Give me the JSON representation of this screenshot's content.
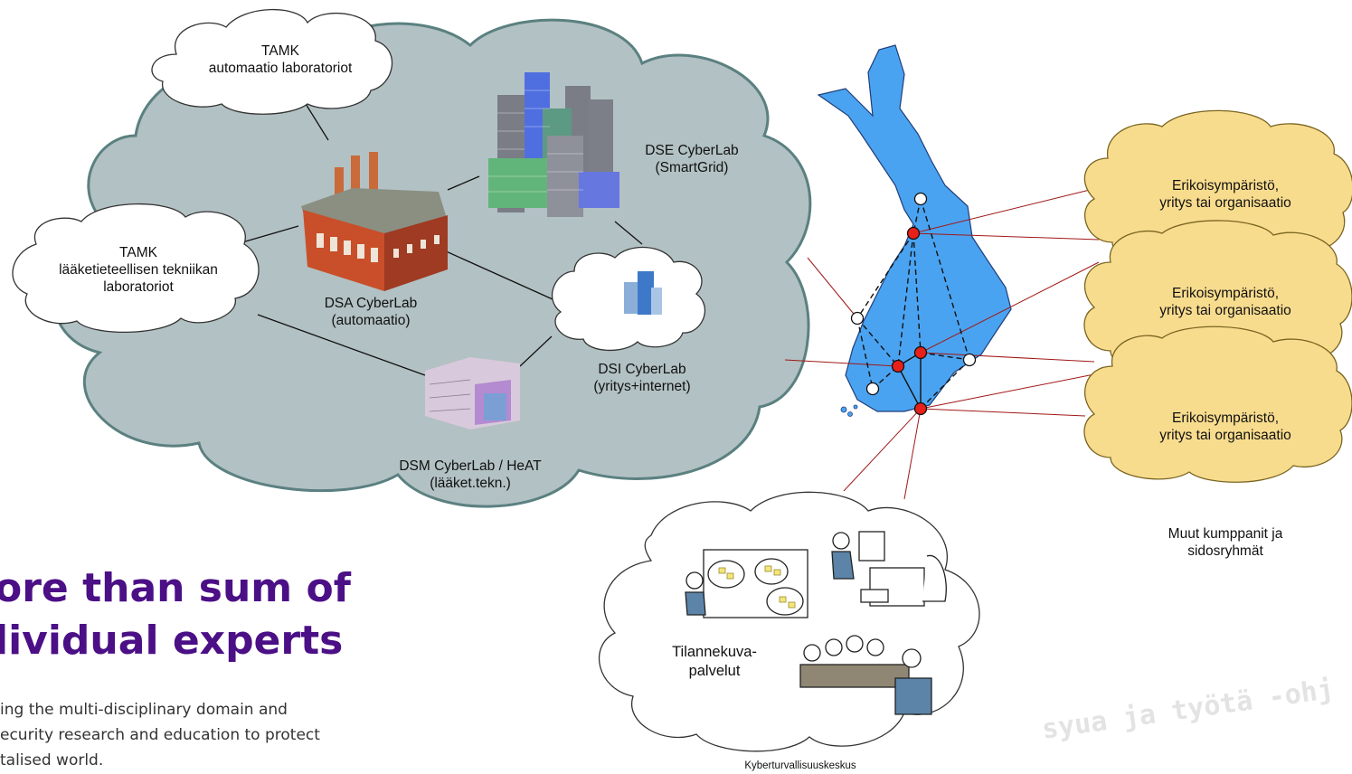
{
  "colors": {
    "accent": "#4b0f86",
    "cloud_gray": "#b2c1c3",
    "cloud_yellow": "#f8dc8e",
    "map_blue": "#4aa3f0",
    "node_red": "#e8201a"
  },
  "diagram": {
    "tamk_automation": [
      "TAMK",
      "automaatio laboratoriot"
    ],
    "tamk_medical": [
      "TAMK",
      "lääketieteellisen tekniikan",
      "laboratoriot"
    ],
    "dse": [
      "DSE CyberLab",
      "(SmartGrid)"
    ],
    "dsa": [
      "DSA CyberLab",
      "(automaatio)"
    ],
    "dsi": [
      "DSI CyberLab",
      "(yritys+internet)"
    ],
    "dsm": [
      "DSM CyberLab / HeAT",
      "(lääket.tekn.)"
    ],
    "partners": [
      [
        "Erikoisympäristö,",
        "yritys tai organisaatio"
      ],
      [
        "Erikoisympäristö,",
        "yritys tai organisaatio"
      ],
      [
        "Erikoisympäristö,",
        "yritys tai organisaatio"
      ]
    ],
    "other_partners": [
      "Muut kumppanit ja",
      "sidosryhmät"
    ],
    "situation": [
      "Tilannekuva-",
      "palvelut"
    ],
    "cyber_center": "Kyberturvallisuuskeskus"
  },
  "hero": {
    "title_lines": [
      "ore than sum of",
      "lividual experts"
    ],
    "text_lines": [
      "ing the multi-disciplinary domain and",
      "ecurity research and education to protect",
      "talised world."
    ]
  },
  "banner": "syua ja työtä -ohj"
}
